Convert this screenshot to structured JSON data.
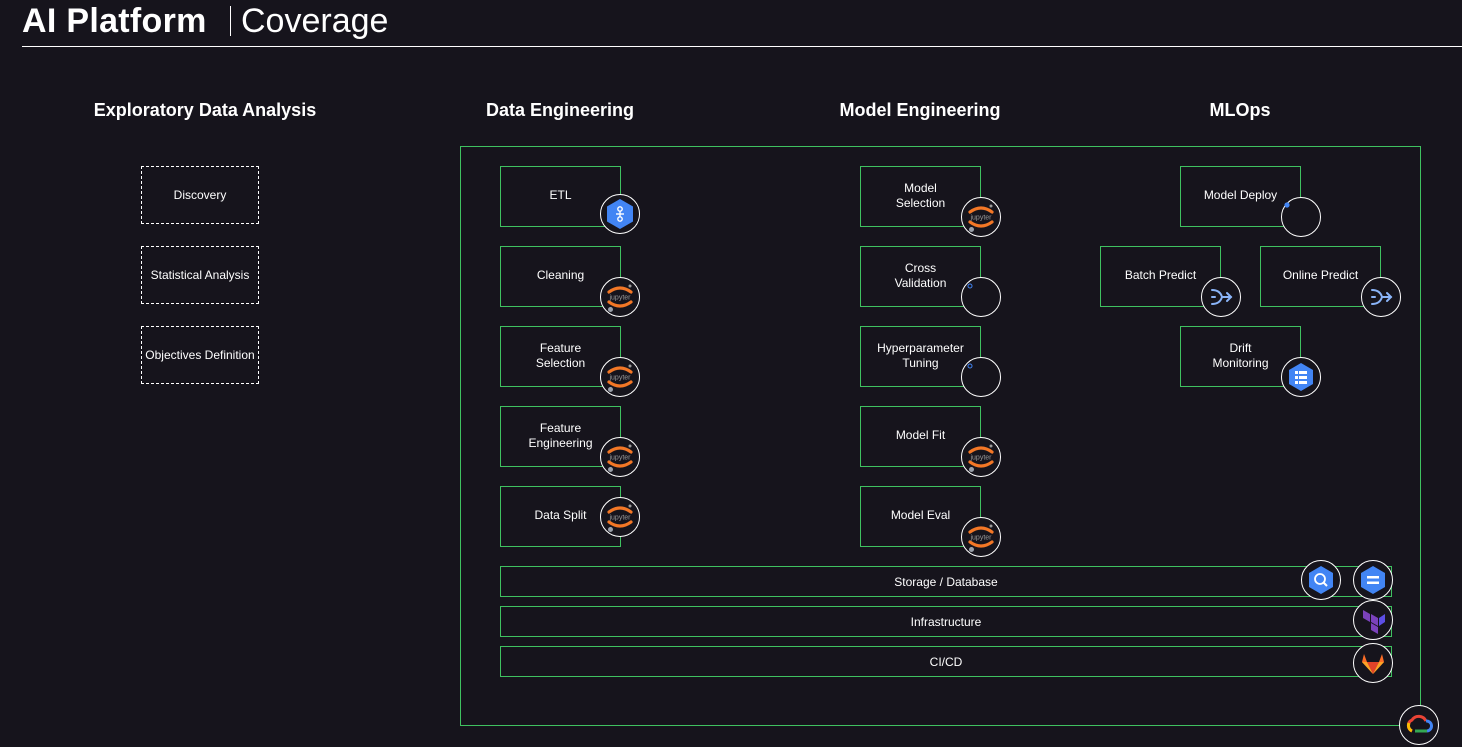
{
  "header": {
    "title": "AI Platform",
    "subtitle": "Coverage"
  },
  "columns": {
    "eda": "Exploratory Data Analysis",
    "data_engineering": "Data Engineering",
    "model_engineering": "Model Engineering",
    "mlops": "MLOps"
  },
  "eda_items": [
    "Discovery",
    "Statistical Analysis",
    "Objectives Definition"
  ],
  "data_engineering_items": [
    "ETL",
    "Cleaning",
    "Feature\nSelection",
    "Feature\nEngineering",
    "Data Split"
  ],
  "model_engineering_items": [
    "Model\nSelection",
    "Cross\nValidation",
    "Hyperparameter\nTuning",
    "Model Fit",
    "Model Eval"
  ],
  "mlops_items": {
    "deploy": "Model Deploy",
    "batch": "Batch Predict",
    "online": "Online Predict",
    "drift": "Drift\nMonitoring"
  },
  "bars": {
    "storage": "Storage / Database",
    "infrastructure": "Infrastructure",
    "cicd": "CI/CD"
  },
  "badge_labels": {
    "jupyter": "jupyter"
  },
  "colors": {
    "background": "#16141c",
    "frame_green": "#3fc160",
    "gcp_blue": "#4285f4",
    "jupyter_orange": "#f37726",
    "terraform_purple": "#7b42bc",
    "gitlab_orange": "#fc6d26"
  },
  "icons": {
    "etl": "dataflow-icon",
    "jupyter": "jupyter-icon",
    "vertex": "vertex-ai-icon",
    "pubsub": "pubsub-icon",
    "monitoring": "monitoring-icon",
    "bigquery": "bigquery-icon",
    "sql": "cloud-sql-icon",
    "terraform": "terraform-icon",
    "gitlab": "gitlab-icon",
    "gcp": "google-cloud-icon"
  }
}
